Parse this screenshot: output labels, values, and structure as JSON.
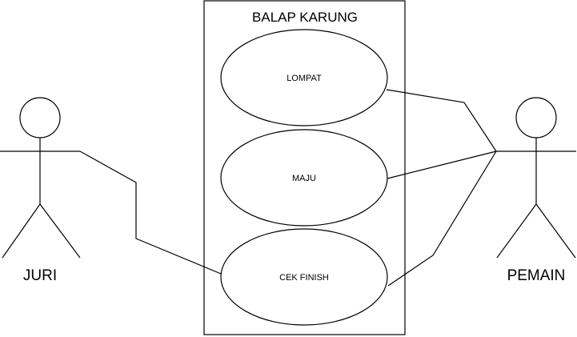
{
  "system": {
    "title": "BALAP KARUNG"
  },
  "use_cases": [
    {
      "id": "lompat",
      "label": "LOMPAT"
    },
    {
      "id": "maju",
      "label": "MAJU"
    },
    {
      "id": "cek-finish",
      "label": "CEK FINISH"
    }
  ],
  "actors": [
    {
      "id": "juri",
      "label": "JURI"
    },
    {
      "id": "pemain",
      "label": "PEMAIN"
    }
  ],
  "associations": [
    {
      "from": "juri",
      "to": "cek-finish"
    },
    {
      "from": "pemain",
      "to": "lompat"
    },
    {
      "from": "pemain",
      "to": "maju"
    },
    {
      "from": "pemain",
      "to": "cek-finish"
    }
  ]
}
